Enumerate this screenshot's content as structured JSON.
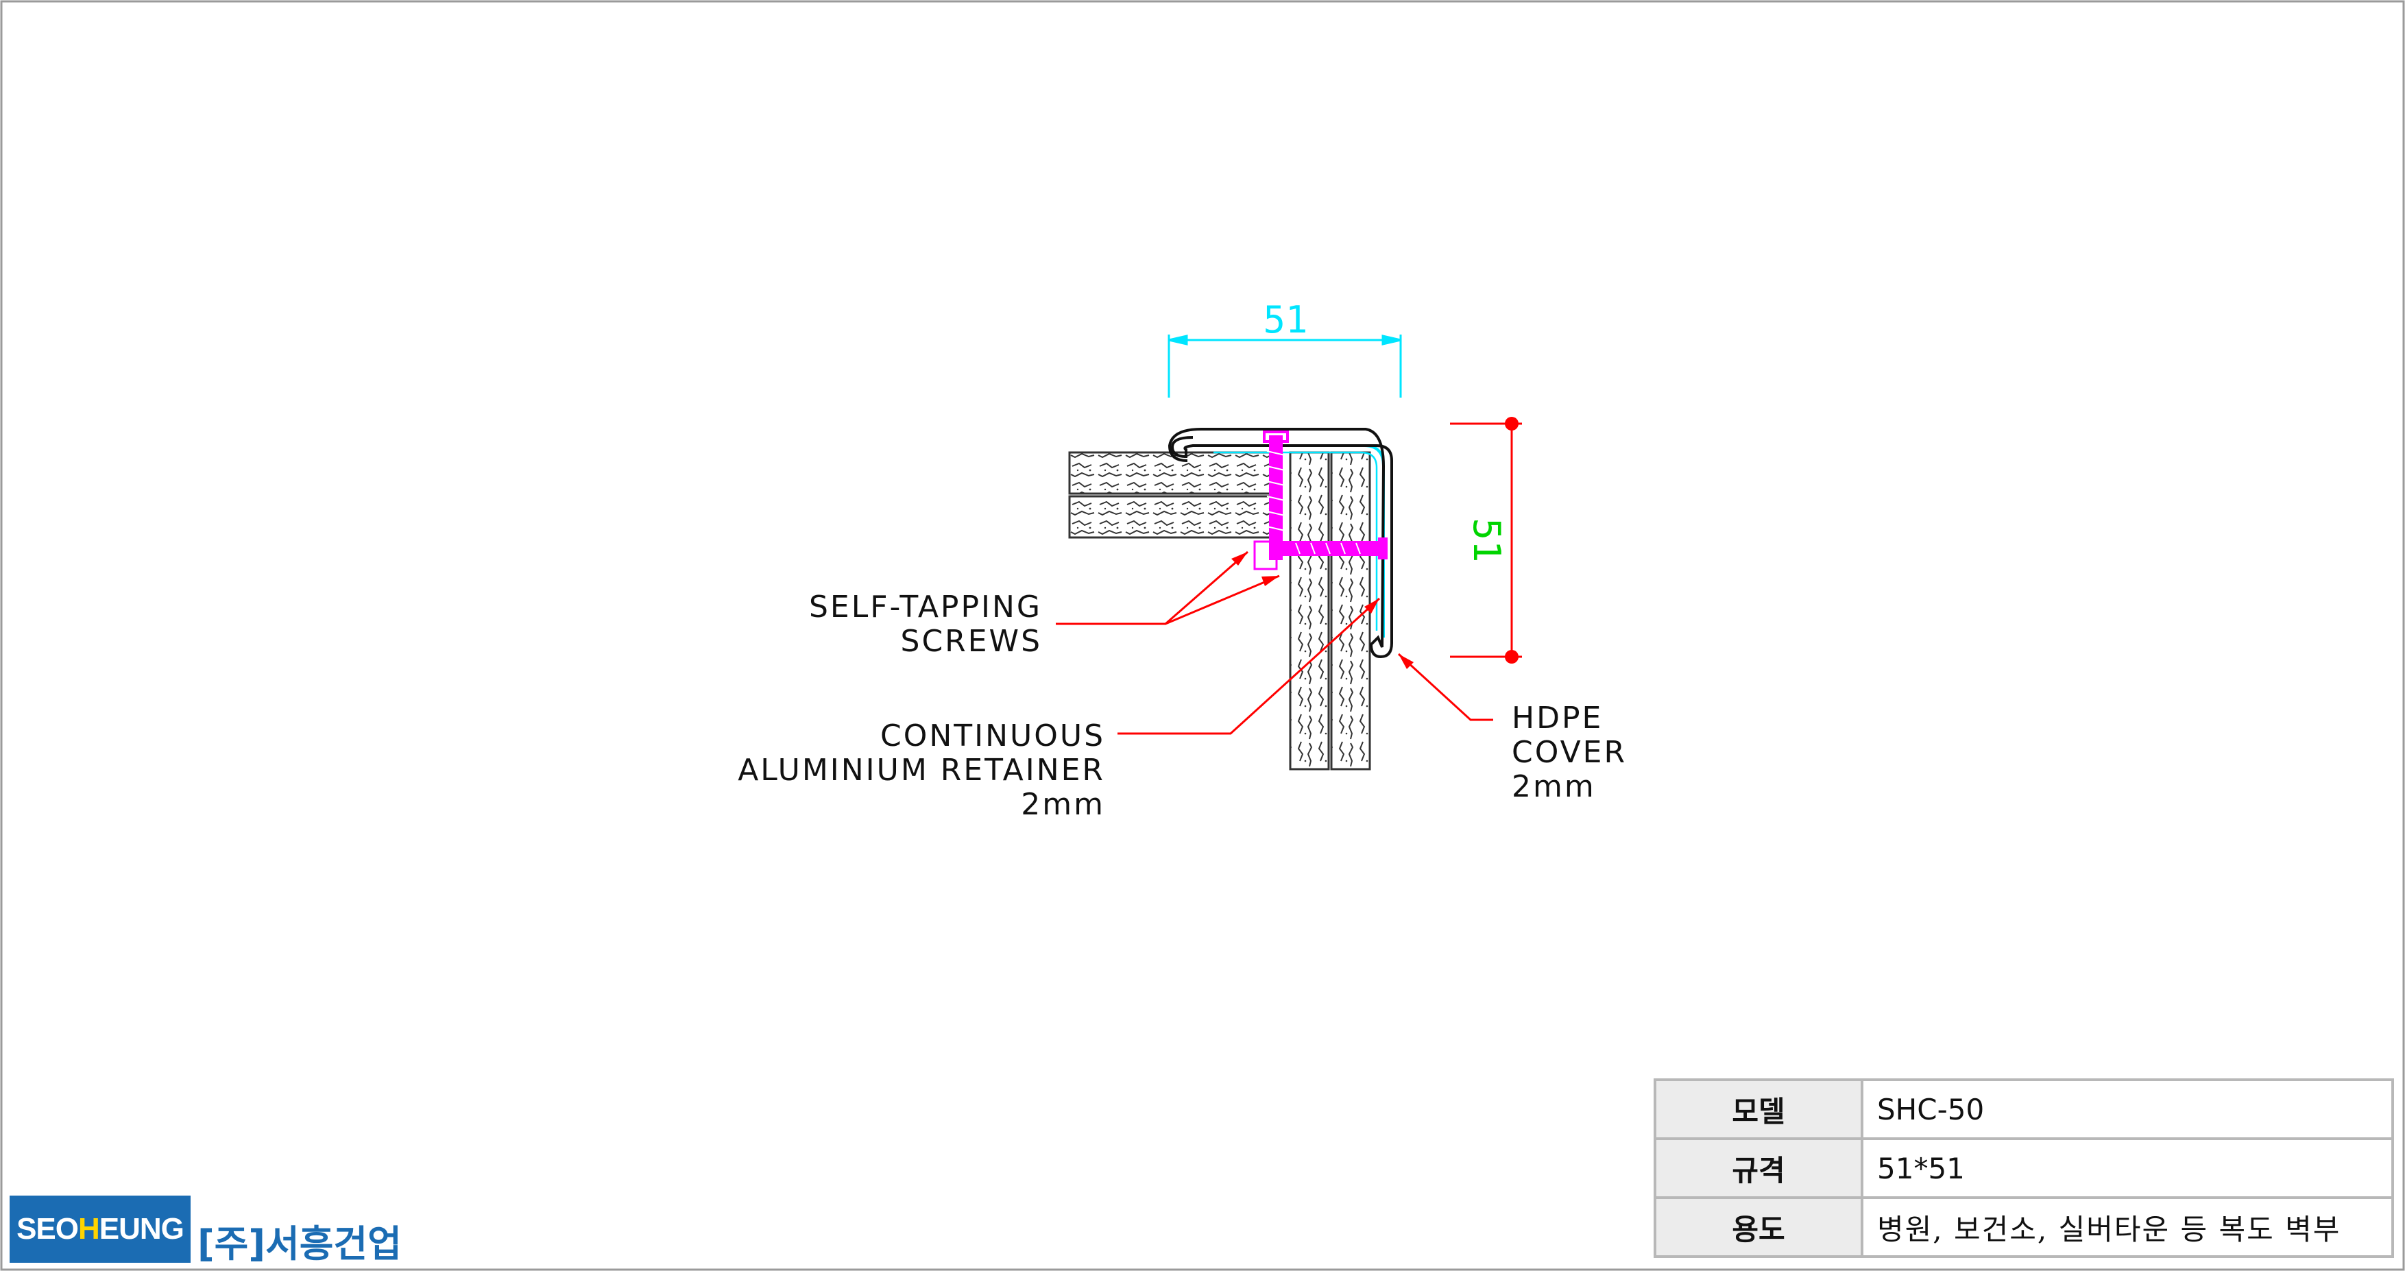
{
  "drawing": {
    "dim_width": "51",
    "dim_height": "51",
    "labels": {
      "screws": [
        "SELF-TAPPING",
        "SCREWS"
      ],
      "retainer": [
        "CONTINUOUS",
        "ALUMINIUM RETAINER",
        "2mm"
      ],
      "cover": [
        "HDPE",
        "COVER",
        "2mm"
      ]
    },
    "colors": {
      "dimension_width": "#00e5ff",
      "dimension_height": "#00d400",
      "leader": "#ff0000",
      "screw": "#ff00ff",
      "retainer": "#00e5ff",
      "outline": "#000000"
    }
  },
  "spec_table": {
    "rows": [
      {
        "key": "모델",
        "value": "SHC-50"
      },
      {
        "key": "규격",
        "value": "51*51"
      },
      {
        "key": "용도",
        "value": "병원, 보건소, 실버타운 등 복도 벽부"
      }
    ]
  },
  "logo": {
    "brand_pre": "SEO",
    "brand_hl": "H",
    "brand_post": "EUNG",
    "korean": "[주]서흥건업"
  }
}
